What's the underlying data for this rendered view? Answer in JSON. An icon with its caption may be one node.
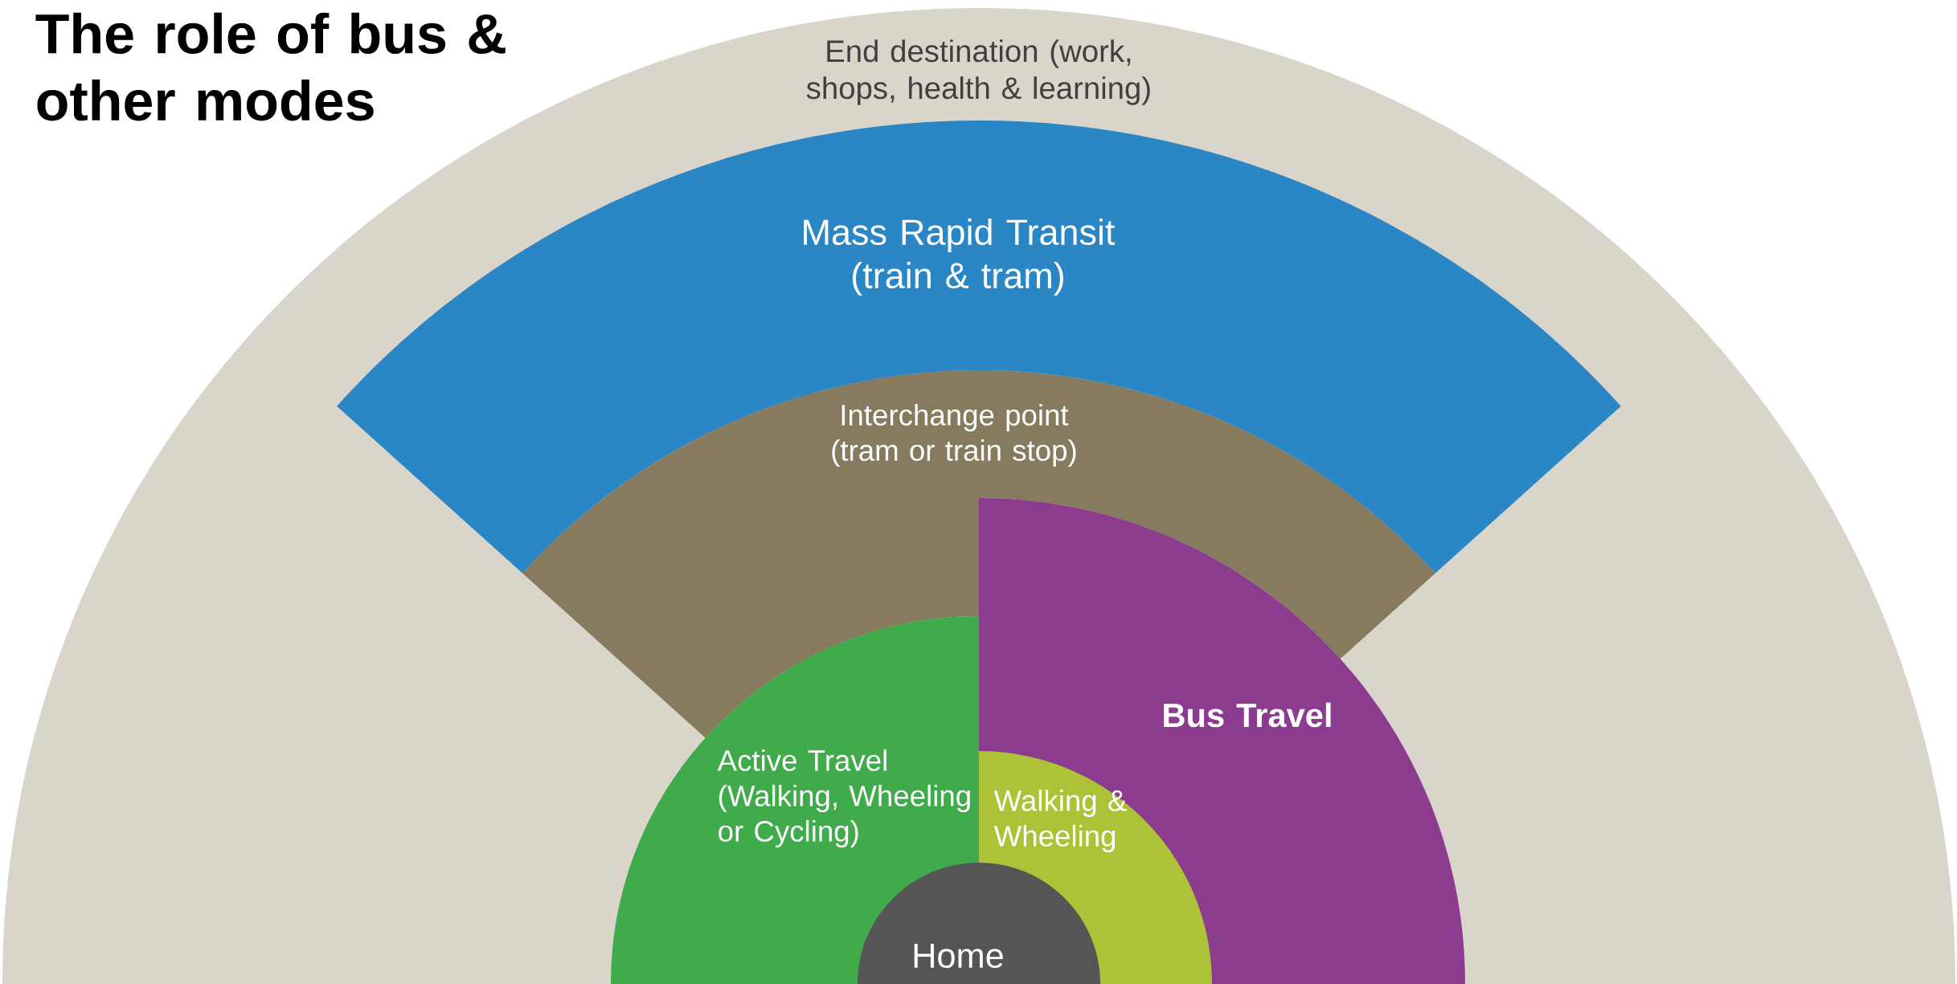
{
  "diagram": {
    "title": "The role of bus & other modes",
    "nodes": [
      {
        "text": [
          "End destination (work, shops, health & learning)"
        ]
      },
      {
        "text": [
          "Mass Rapid Transit (train & tram)"
        ],
        "in": 0
      },
      {
        "text": [
          "Interchange point (tram or train stop)"
        ],
        "in": 0
      },
      {
        "text": [
          "Bus Travel"
        ],
        "in": 0
      },
      {
        "text": [
          "Active Travel (Walking, Wheeling or Cycling)"
        ],
        "in": 0
      },
      {
        "text": [
          "Walking & Wheeling"
        ],
        "in": 3
      },
      {
        "text": [
          "Home"
        ],
        "in": 0
      }
    ]
  }
}
